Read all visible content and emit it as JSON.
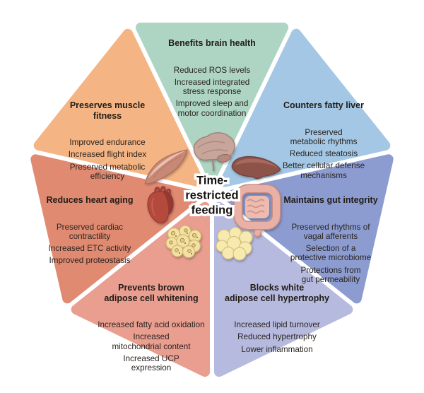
{
  "figure": {
    "center_label": {
      "line1": "Time-",
      "line2": "restricted",
      "line3": "feeding"
    },
    "text_color": "#2b2521",
    "background": "#ffffff",
    "segments": [
      {
        "id": "brain",
        "title": "Benefits brain health",
        "color": "#aed5c3",
        "icon": "brain-icon",
        "bullets": [
          "Reduced ROS levels",
          "Increased integrated\nstress response",
          "Improved sleep and\nmotor coordination"
        ]
      },
      {
        "id": "liver",
        "title": "Counters fatty liver",
        "color": "#a3c7e4",
        "icon": "liver-icon",
        "bullets": [
          "Preserved\nmetabolic rhythms",
          "Reduced steatosis",
          "Better cellular defense\nmechanisms"
        ]
      },
      {
        "id": "gut",
        "title": "Maintains gut integrity",
        "color": "#8c9cd1",
        "icon": "gut-icon",
        "bullets": [
          "Preserved rhythms of\nvagal afferents",
          "Selection of a\nprotective microbiome",
          "Protections from\ngut permeability"
        ]
      },
      {
        "id": "white-adipose",
        "title": "Blocks white\nadipose cell hypertrophy",
        "color": "#b7badf",
        "icon": "white-adipose-icon",
        "bullets": [
          "Increased lipid turnover",
          "Reduced hypertrophy",
          "Lower inflammation"
        ]
      },
      {
        "id": "brown-adipose",
        "title": "Prevents brown\nadipose cell whitening",
        "color": "#e99e90",
        "icon": "brown-adipose-icon",
        "bullets": [
          "Increased fatty acid oxidation",
          "Increased\nmitochondrial content",
          "Increased UCP\nexpression"
        ]
      },
      {
        "id": "heart",
        "title": "Reduces heart aging",
        "color": "#e08a71",
        "icon": "heart-icon",
        "bullets": [
          "Preserved cardiac\ncontractility",
          "Increased ETC activity",
          "Improved proteostasis"
        ]
      },
      {
        "id": "muscle",
        "title": "Preserves muscle\nfitness",
        "color": "#f4b483",
        "icon": "muscle-icon",
        "bullets": [
          "Improved endurance",
          "Increased flight index",
          "Preserved metabolic\nefficiency"
        ]
      }
    ]
  }
}
